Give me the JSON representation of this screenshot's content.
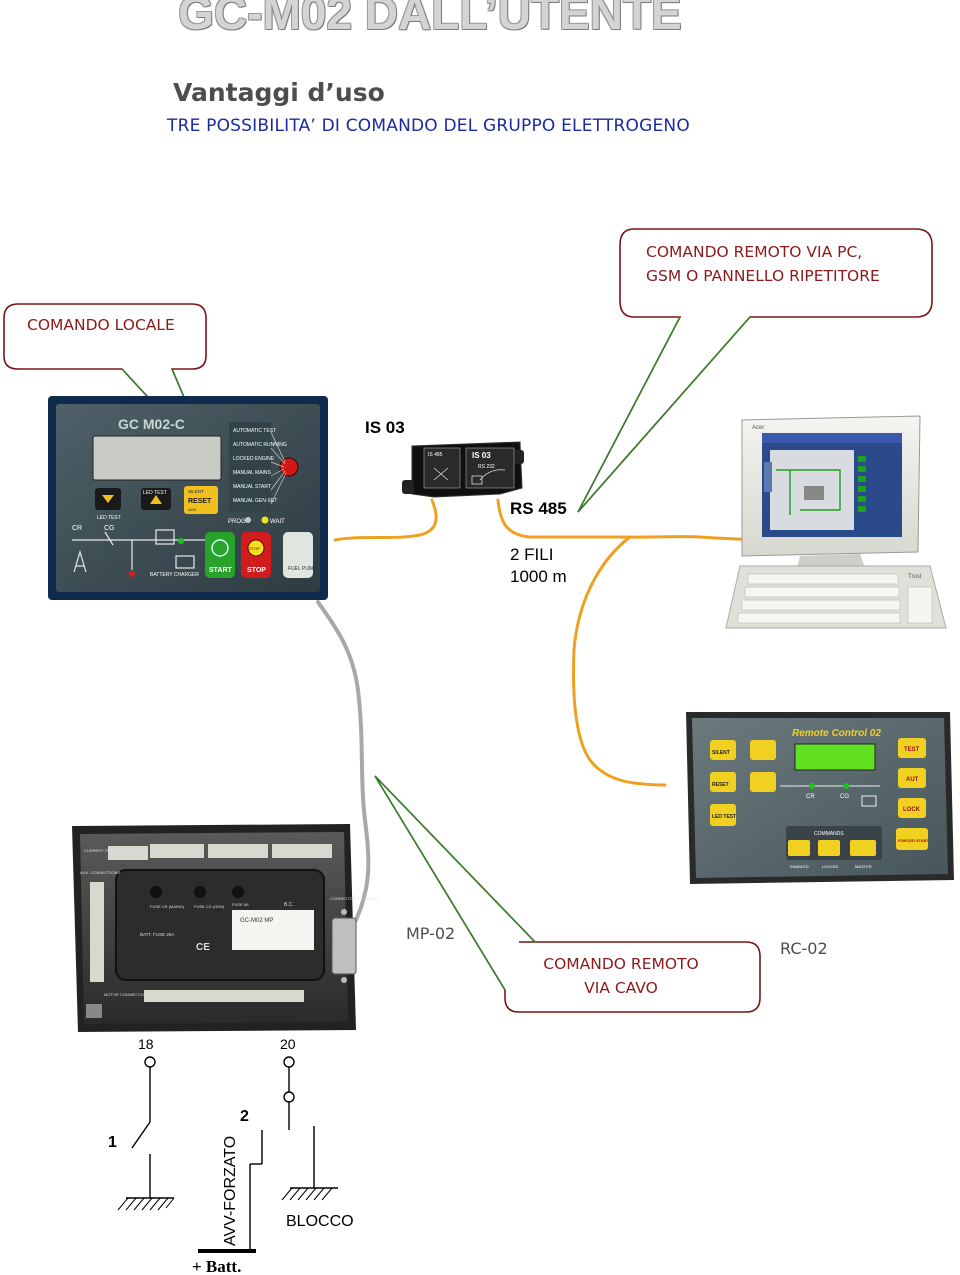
{
  "header": {
    "title": "GC-M02 DALL’UTENTE",
    "subtitle": "Vantaggi d’uso",
    "tagline": "TRE POSSIBILITA’ DI COMANDO DEL GRUPPO ELETTROGENO"
  },
  "callouts": {
    "remote_pc_line1": "COMANDO REMOTO VIA PC,",
    "remote_pc_line2": "GSM O PANNELLO RIPETITORE",
    "local": "COMANDO LOCALE",
    "cable_line1": "COMANDO REMOTO",
    "cable_line2": "VIA CAVO"
  },
  "panel_gc": {
    "name": "GC M02-C",
    "status_labels": [
      "AUTOMATIC TEST",
      "AUTOMATIC RUNNING",
      "LOCKED ENGINE",
      "MANUAL MAINS",
      "MANUAL START",
      "MANUAL GEN-SET"
    ],
    "led_test": "LED TEST",
    "led_test2": "LED TEST",
    "reset": "RESET",
    "silent": "SILENT",
    "aux": "AUX",
    "cr": "CR",
    "cg": "CG",
    "prog": "PROG",
    "wait": "WAIT",
    "start": "START",
    "stop": "STOP",
    "start2": "STOP",
    "fuel_pump": "FUEL PUMP",
    "battery_charger": "BATTERY CHARGER",
    "test": "TEST"
  },
  "module_is03": {
    "label": "IS 03",
    "chip1": "IS 485",
    "chip2": "IS 03",
    "chip3": "RS 232",
    "bus": "RS 485",
    "wires": "2 FILI",
    "distance": "1000 m"
  },
  "pc": {
    "brand": "Acer",
    "keyboard_brand": "Trust"
  },
  "remote_panel": {
    "title": "Remote Control 02",
    "buttons_left": [
      "SILENT",
      "RESET",
      "LED TEST"
    ],
    "buttons_right": [
      "TEST",
      "AUT",
      "LOCK",
      "FORCED START"
    ],
    "commands": "COMMANDS",
    "enabled": "ENABLED",
    "locked": "LOCKED",
    "master": "MASTER",
    "cr": "CR",
    "cg": "CG",
    "label": "RC-02"
  },
  "module_mp": {
    "label": "MP-02",
    "current_trans": "CURRENT TRANSF.",
    "aux_conn": "AUX. CONNECTIONS",
    "motor_conn": "MOTOR CONNECTIONS",
    "connector": "CONNECTOR TO GC-M02",
    "fuse_cr": "FUSE CR (MAINS)",
    "fuse_cg": "FUSE CG (GEN)",
    "fuse_6a": "FUSE 6A",
    "bc": "B.C.",
    "batt": "BATT. FUSE 25A",
    "ce": "CE",
    "plate": "GC-M02 MP"
  },
  "wiring": {
    "term_18": "18",
    "term_20": "20",
    "switch1": "1",
    "switch2": "2",
    "forced": "AVV-FORZATO",
    "block": "BLOCCO",
    "batt": "+ Batt."
  },
  "colors": {
    "callout_border": "#7a1515",
    "callout_text": "#8b1a1a",
    "leader_green": "#2a8a2a",
    "cable_orange": "#f0a020",
    "cable_gray": "#9a9a9a",
    "panel_body": "#3a4a50",
    "panel_border": "#0f2a4a"
  }
}
